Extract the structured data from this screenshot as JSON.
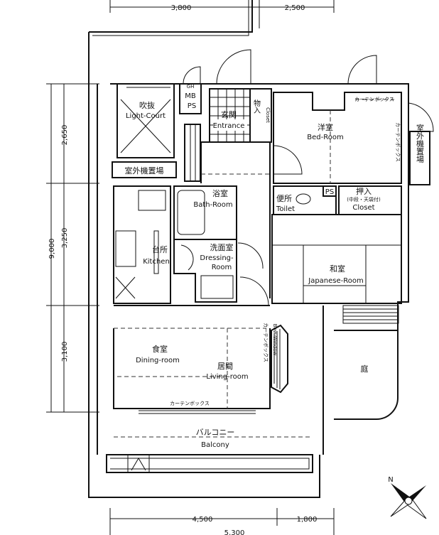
{
  "dimensions": {
    "top": [
      "3,800",
      "2,500"
    ],
    "left": [
      "2,650",
      "3,250",
      "3,100"
    ],
    "left_total": "9,000",
    "bottom": [
      "4,500",
      "1,800"
    ],
    "bottom_total": "5,300"
  },
  "rooms": {
    "light_court": {
      "jp": "吹抜",
      "en": "Light-Court"
    },
    "meter": {
      "gh": "GH",
      "mb": "MB",
      "ps": "PS"
    },
    "entrance": {
      "jp": "玄関",
      "en": "Entrance"
    },
    "storage": {
      "jp": "物入",
      "en": "Closet"
    },
    "bedroom": {
      "jp": "洋室",
      "en": "Bed-Room"
    },
    "outdoor_unit_right": {
      "jp": "室外機置場"
    },
    "outdoor_unit_left": {
      "jp": "室外機置場"
    },
    "bath": {
      "jp": "浴室",
      "en": "Bath-Room"
    },
    "toilet": {
      "jp": "便所",
      "en": "Toilet"
    },
    "ps2": {
      "label": "PS"
    },
    "closet": {
      "jp": "押入",
      "note": "(中段・天袋付)",
      "en": "Closet"
    },
    "kitchen": {
      "jp": "台所",
      "en": "Kitchen"
    },
    "dressing": {
      "jp": "洗面室",
      "en1": "Dressing-",
      "en2": "Room"
    },
    "japanese": {
      "jp": "和室",
      "en": "Japanese-Room"
    },
    "dining": {
      "jp": "食室",
      "en": "Dining-room"
    },
    "living": {
      "jp": "居間",
      "en": "Living-room"
    },
    "garden": {
      "jp": "庭"
    },
    "balcony": {
      "jp": "バルコニー",
      "en": "Balcony"
    }
  },
  "annotations": {
    "curtain_box_top": "カーテンボックス",
    "curtain_box_bed": "カーテンボックス",
    "curtain_box_living": "カーテンボックス",
    "curtain_box_bottom": "カーテンボックス",
    "bow_window": "Bow-Window",
    "compass_north": "N"
  }
}
